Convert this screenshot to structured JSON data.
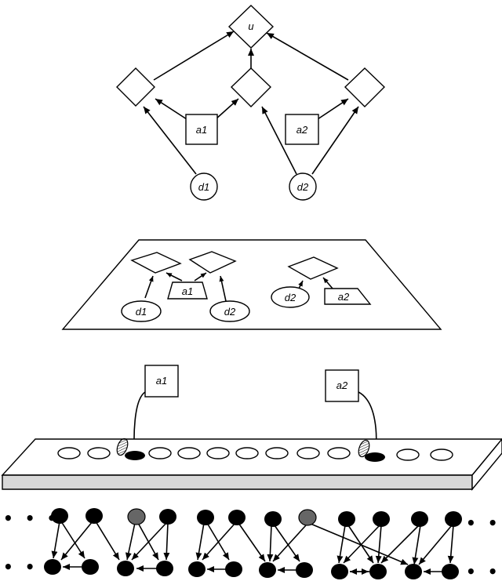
{
  "influence_diagram": {
    "utility": "u",
    "decision_1": "a1",
    "decision_2": "a2",
    "chance_1": "d1",
    "chance_2": "d2"
  },
  "plane": {
    "decision_1": "a1",
    "decision_2": "a2",
    "chance_1": "d1",
    "chance_2": "d2",
    "chance_3": "d2"
  },
  "board": {
    "tag_1": "a1",
    "tag_2": "a2"
  },
  "network": {
    "ellipsis": "• • •"
  }
}
